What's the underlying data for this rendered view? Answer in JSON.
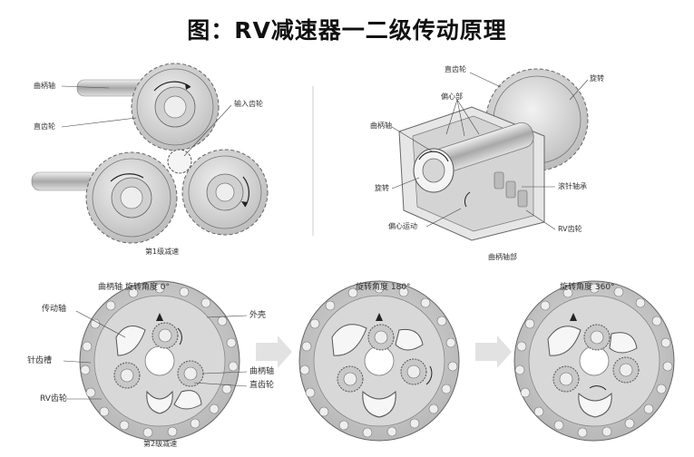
{
  "title": "图：RV减速器一二级传动原理",
  "stage1": {
    "labels": {
      "crankshaft": "曲柄轴",
      "spur_gear": "直齿轮",
      "input_gear": "输入齿轮"
    },
    "caption": "第1级减速"
  },
  "crankshaft_part": {
    "labels": {
      "spur_gear": "直齿轮",
      "rotation_top": "旋转",
      "eccentric": "偏心部",
      "crankshaft": "曲柄轴",
      "rotation_left": "旋转",
      "needle_bearing": "滚针轴承",
      "rv_gear": "RV齿轮",
      "eccentric_motion": "偏心运动"
    },
    "caption": "曲柄轴部"
  },
  "stage2": {
    "angle_labels": [
      "曲柄轴 旋转角度 0°",
      "旋转角度 180°",
      "旋转角度 360°"
    ],
    "labels": {
      "drive_shaft": "传动轴",
      "outer_case": "外壳",
      "pin_groove": "针齿槽",
      "crankshaft": "曲柄轴",
      "spur_gear": "直齿轮",
      "rv_gear": "RV齿轮"
    },
    "caption": "第2级减速"
  },
  "colors": {
    "gear_fill": "#d9d9d9",
    "gear_stroke": "#555555",
    "disc_fill": "#cfcfcf",
    "arrow_fill": "#e2e2e2"
  }
}
